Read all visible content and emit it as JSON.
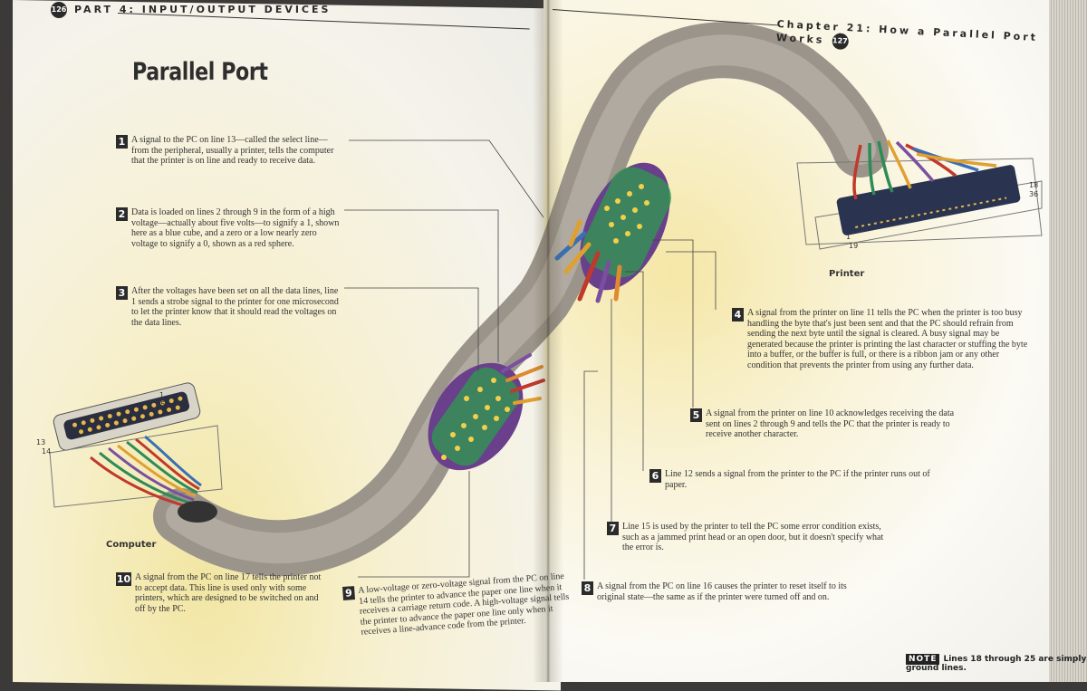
{
  "left_page": {
    "page_number": "126",
    "running_head": "PART 4: INPUT/OUTPUT DEVICES",
    "title": "Parallel Port",
    "computer_label": "Computer",
    "connector_pins": {
      "p1": "1",
      "p25": "25",
      "p13": "13",
      "p14": "14"
    }
  },
  "right_page": {
    "page_number": "127",
    "running_head": "Chapter 21: How a Parallel Port Works",
    "printer_label": "Printer",
    "connector_pins": {
      "p18": "18",
      "p36": "36",
      "p1": "1",
      "p19": "19"
    }
  },
  "steps": [
    {
      "num": "1",
      "text": "A signal to the PC on line 13—called the select line—from the peripheral, usually a printer, tells the computer that the printer is on line and ready to receive data."
    },
    {
      "num": "2",
      "text": "Data is loaded on lines 2 through 9 in the form of a high voltage—actually about five volts—to signify a 1, shown here as a blue cube, and a zero or a low nearly zero voltage to signify a 0, shown as a red sphere."
    },
    {
      "num": "3",
      "text": "After the voltages have been set on all the data lines, line 1 sends a strobe signal to the printer for one microsecond to let the printer know that it should read the voltages on the data lines."
    },
    {
      "num": "4",
      "text": "A signal from the printer on line 11 tells the PC when the printer is too busy handling the byte that's just been sent and that the PC should refrain from sending the next byte until the signal is cleared. A busy signal may be generated because the printer is printing the last character or stuffing the byte into a buffer, or the buffer is full, or there is a ribbon jam or any other condition that prevents the printer from using any further data."
    },
    {
      "num": "5",
      "text": "A signal from the printer on line 10 acknowledges receiving the data sent on lines 2 through 9 and tells the PC that the printer is ready to receive another character."
    },
    {
      "num": "6",
      "text": "Line 12 sends a signal from the printer to the PC if the printer runs out of paper."
    },
    {
      "num": "7",
      "text": "Line 15 is used by the printer to tell the PC some error condition exists, such as a jammed print head or an open door, but it doesn't specify what the error is."
    },
    {
      "num": "8",
      "text": "A signal from the PC on line 16 causes the printer to reset itself to its original state—the same as if the printer were turned off and on."
    },
    {
      "num": "9",
      "text": "A low-voltage or zero-voltage signal from the PC on line 14 tells the printer to advance the paper one line when it receives a carriage return code. A high-voltage signal tells the printer to advance the paper one line only when it receives a line-advance code from the printer."
    },
    {
      "num": "10",
      "text": "A signal from the PC on line 17 tells the printer not to accept data. This line is used only with some printers, which are designed to be switched on and off by the PC."
    }
  ],
  "note": {
    "badge": "NOTE",
    "text": "Lines 18 through 25 are simply ground lines."
  }
}
